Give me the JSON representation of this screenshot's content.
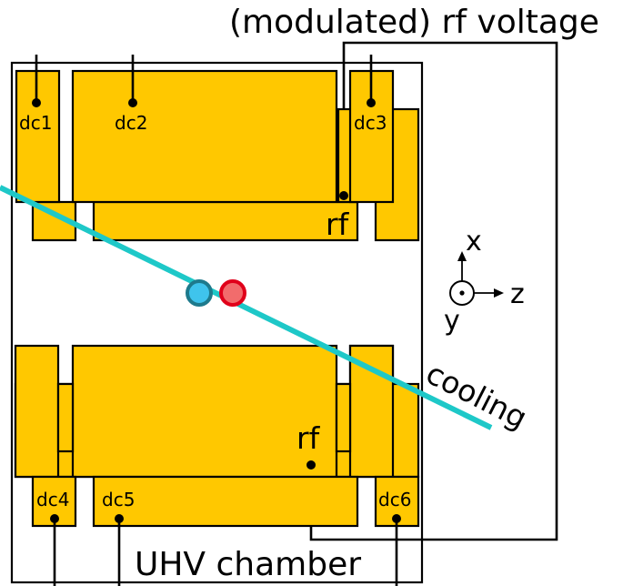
{
  "title": "(modulated) rf voltage",
  "chamber_label": "UHV chamber",
  "dc_labels": {
    "dc1": "dc1",
    "dc2": "dc2",
    "dc3": "dc3",
    "dc4": "dc4",
    "dc5": "dc5",
    "dc6": "dc6"
  },
  "rf_label_top": "rf",
  "rf_label_bottom": "rf",
  "cooling_label": "cooling",
  "axes": {
    "x": "x",
    "y": "y",
    "z": "z"
  },
  "colors": {
    "electrode": "#FFC800",
    "cooling_beam": "#1EC8C8",
    "ion_blue": "#3FC4EC",
    "ion_red": "#F26C6C",
    "ion_blue_outline": "#1E7A8C",
    "ion_red_outline": "#E0001A"
  }
}
